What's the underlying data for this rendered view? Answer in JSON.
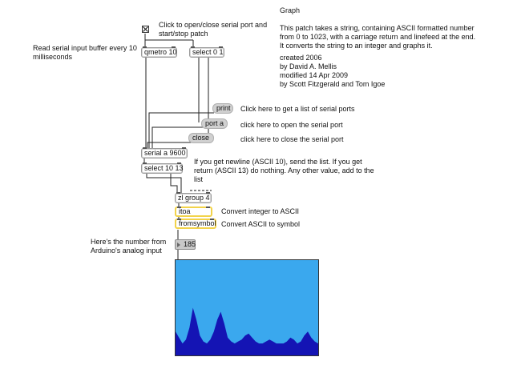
{
  "title": "Graph",
  "description": "This patch takes a string, containing ASCII formatted number\nfrom 0 to 1023, with a carriage return and linefeed at the end.\nIt converts the string to an integer and graphs it.",
  "credits": "created 2006\nby David A. Mellis\nmodified 14 Apr 2009\nby Scott Fitzgerald and Tom Igoe",
  "comments": {
    "toggle_hint": "Click to open/close serial port and\nstart/stop patch",
    "read_buffer": "Read serial input buffer every 10\nmilliseconds",
    "print_hint": "Click here to get a list of serial ports",
    "port_hint": "click here to open the serial port",
    "close_hint": "click here to close the serial port",
    "newline_hint": "If you get newline (ASCII 10), send the list. If you get\nreturn (ASCII 13) do nothing. Any other value, add to the\nlist",
    "itoa_hint": "Convert integer to ASCII",
    "fromsymbol_hint": "Convert ASCII to symbol",
    "number_hint": "Here's the number from\nArduino's analog input"
  },
  "objects": {
    "qmetro": "qmetro 10",
    "select01": "select 0 1",
    "serial": "serial a 9600",
    "select1013": "select 10 13",
    "zlgroup": "zl group 4",
    "itoa": "itoa",
    "fromsymbol": "fromsymbol"
  },
  "messages": {
    "print": "print",
    "port": "port a",
    "close": "close"
  },
  "number_box": {
    "value": "185"
  },
  "toggle": {
    "checked": true
  },
  "graph": {
    "background_color": "#3aa8ee",
    "fill_color": "#1414b4",
    "samples": [
      180,
      195,
      210,
      200,
      170,
      120,
      150,
      190,
      205,
      210,
      200,
      180,
      150,
      130,
      160,
      195,
      205,
      210,
      205,
      200,
      190,
      185,
      195,
      205,
      210,
      210,
      205,
      200,
      205,
      210,
      210,
      210,
      205,
      195,
      200,
      210,
      205,
      190,
      180,
      195,
      205,
      210
    ]
  }
}
